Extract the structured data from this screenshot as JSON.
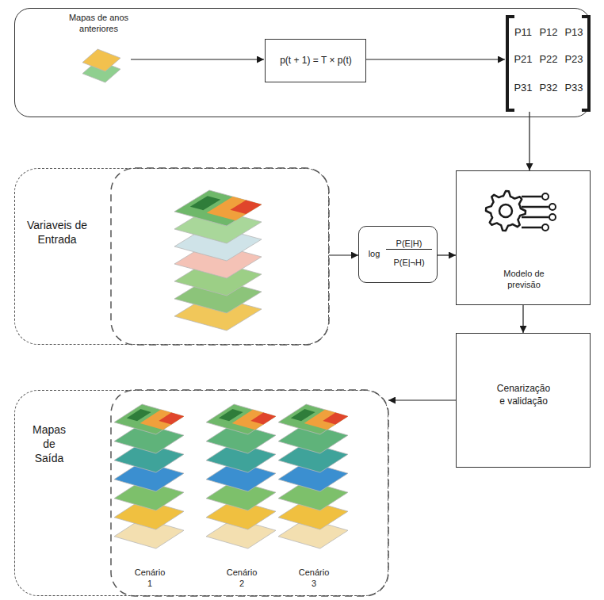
{
  "diagram": {
    "nodes": [
      {
        "text": [
          "Mapas de anos anteriores"
        ]
      },
      {
        "text": [
          "p(t + 1) = T × p(t)"
        ],
        "in": 0
      },
      {
        "text": [
          "P11",
          "P12",
          "P13",
          "P21",
          "P22",
          "P23",
          "P31",
          "P32",
          "P33"
        ],
        "in": 0
      },
      {
        "text": [
          "Variaveis de Entrada"
        ]
      },
      {
        "text": [
          "log",
          "P(E|H)",
          "P(E|¬H)"
        ]
      },
      {
        "text": [
          "Modelo de previsão"
        ]
      },
      {
        "text": [
          "Cenarização e validação"
        ]
      },
      {
        "text": [
          "Mapas de Saída",
          "Cenário 1",
          "Cenário 2",
          "Cenário 3"
        ]
      }
    ],
    "edges": [
      {
        "from": 1,
        "to": 2,
        "arrow": "to"
      },
      {
        "from": 2,
        "to": 5,
        "arrow": "to"
      },
      {
        "from": 3,
        "to": 4,
        "arrow": "to"
      },
      {
        "from": 4,
        "to": 5,
        "arrow": "to"
      },
      {
        "from": 5,
        "to": 6,
        "arrow": "to"
      },
      {
        "from": 6,
        "to": 7,
        "arrow": "to"
      }
    ]
  }
}
